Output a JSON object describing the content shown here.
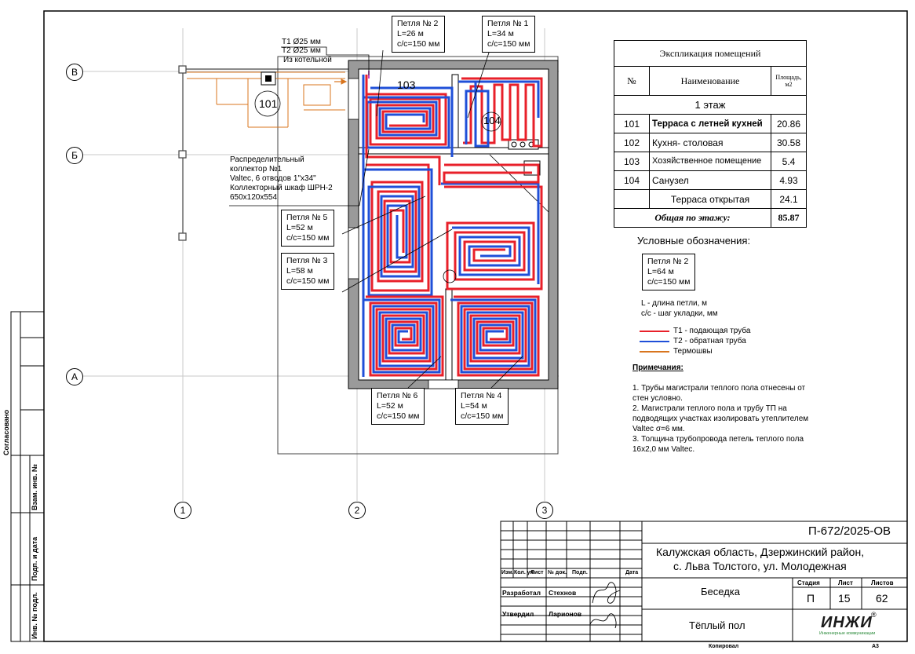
{
  "collector_labels": {
    "t1": "Т1 Ø25 мм",
    "t2": "Т2 Ø25 мм",
    "from_boiler": "Из котельной"
  },
  "collector_note": [
    "Распределительный",
    "коллектор №1",
    "Valtec, 6 отводов 1\"х34\"",
    "Коллекторный шкаф ШРН-2",
    "650х120х554"
  ],
  "loops": [
    {
      "name": "Петля № 2",
      "length": "L=26 м",
      "step": "с/с=150 мм"
    },
    {
      "name": "Петля № 1",
      "length": "L=34 м",
      "step": "с/с=150 мм"
    },
    {
      "name": "Петля № 5",
      "length": "L=52 м",
      "step": "с/с=150 мм"
    },
    {
      "name": "Петля № 3",
      "length": "L=58 м",
      "step": "с/с=150 мм"
    },
    {
      "name": "Петля № 6",
      "length": "L=52 м",
      "step": "с/с=150 мм"
    },
    {
      "name": "Петля № 4",
      "length": "L=54 м",
      "step": "с/с=150 мм"
    }
  ],
  "room_numbers": [
    "101",
    "103",
    "104"
  ],
  "axes": {
    "rows": [
      "В",
      "Б",
      "А"
    ],
    "cols": [
      "1",
      "2",
      "3"
    ]
  },
  "explication": {
    "title": "Экспликация помещений",
    "headers": [
      "№",
      "Наименование",
      "Площадь, м2"
    ],
    "floor_label": "1 этаж",
    "rows": [
      {
        "num": "101",
        "name": "Терраса с летней кухней",
        "area": "20.86"
      },
      {
        "num": "102",
        "name": "Кухня- столовая",
        "area": "30.58"
      },
      {
        "num": "103",
        "name": "Хозяйственное помещение",
        "area": "5.4"
      },
      {
        "num": "104",
        "name": "Санузел",
        "area": "4.93"
      },
      {
        "num": "",
        "name": "Терраса открытая",
        "area": "24.1"
      }
    ],
    "total_label": "Общая по этажу:",
    "total_area": "85.87"
  },
  "legend": {
    "title": "Условные обозначения:",
    "sample_loop": {
      "name": "Петля № 2",
      "length": "L=64 м",
      "step": "с/с=150 мм"
    },
    "explain_l": "L - длина петли, м",
    "explain_step": "с/с - шаг укладки, мм",
    "items": [
      {
        "label": "Т1 - подающая труба",
        "color": "#e8202a"
      },
      {
        "label": "Т2 - обратная труба",
        "color": "#1f4fd8"
      },
      {
        "label": "Термошвы",
        "color": "#d8751e"
      }
    ]
  },
  "notes": {
    "title": "Примечания:",
    "items": [
      "1.    Трубы магистрали теплого пола отнесены от",
      "стен условно.",
      "2.    Магистрали теплого пола и трубу ТП на",
      "подводящих участках изолировать утеплителем",
      "Valtec σ=6 мм.",
      "3.    Толщина трубопровода петель теплого пола",
      "16х2,0 мм Valtec."
    ]
  },
  "side_stamp": {
    "agreed": "Согласовано",
    "inv_replace": "Взам. инв. №",
    "sign_date": "Подп. и дата",
    "inv_orig": "Инв. № подл."
  },
  "title_block": {
    "code": "П-672/2025-ОВ",
    "address_line1": "Калужская область, Дзержинский район,",
    "address_line2": "с. Льва Толстого, ул. Молодежная",
    "col_headers": [
      "Изм.",
      "Кол. уч",
      "Лист",
      "№ док.",
      "Подп.",
      "Дата"
    ],
    "developed_label": "Разработал",
    "developed_name": "Стехнов",
    "approved_label": "Утвердил",
    "approved_name": "Ларионов",
    "object": "Беседка",
    "sheet_title": "Тёплый пол",
    "stage_header": "Стадия",
    "sheet_header": "Лист",
    "sheets_header": "Листов",
    "stage": "П",
    "sheet": "15",
    "sheets": "62",
    "logo_text": "ИНЖИ",
    "logo_sub": "Инженерные коммуникации",
    "logo_reg": "®"
  },
  "footer": {
    "copied": "Копировал",
    "format": "А3"
  },
  "colors": {
    "supply": "#e8202a",
    "return": "#1f4fd8",
    "thermal_seam": "#d8751e",
    "terrace": "#d8751e"
  }
}
